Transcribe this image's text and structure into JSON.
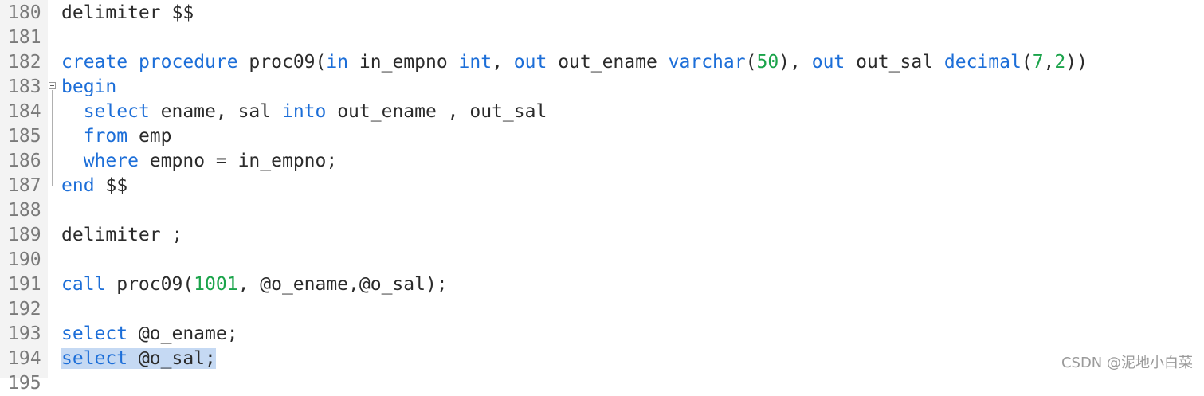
{
  "editor": {
    "colors": {
      "gutter_bg": "#f3f3f3",
      "line_number": "#7a7a7a",
      "keyword": "#1c6ed8",
      "number": "#1aa34a",
      "text": "#2b2b2b",
      "selection": "#c5d9f3"
    },
    "lines": [
      {
        "num": "180",
        "tokens": [
          [
            "t",
            "delimiter $$"
          ]
        ]
      },
      {
        "num": "181",
        "tokens": []
      },
      {
        "num": "182",
        "tokens": [
          [
            "k",
            "create"
          ],
          [
            "t",
            " "
          ],
          [
            "k",
            "procedure"
          ],
          [
            "t",
            " proc09("
          ],
          [
            "k",
            "in"
          ],
          [
            "t",
            " in_empno "
          ],
          [
            "k",
            "int"
          ],
          [
            "t",
            ", "
          ],
          [
            "k",
            "out"
          ],
          [
            "t",
            " out_ename "
          ],
          [
            "k",
            "varchar"
          ],
          [
            "t",
            "("
          ],
          [
            "n",
            "50"
          ],
          [
            "t",
            "), "
          ],
          [
            "k",
            "out"
          ],
          [
            "t",
            " out_sal "
          ],
          [
            "k",
            "decimal"
          ],
          [
            "t",
            "("
          ],
          [
            "n",
            "7"
          ],
          [
            "t",
            ","
          ],
          [
            "n",
            "2"
          ],
          [
            "t",
            "))"
          ]
        ]
      },
      {
        "num": "183",
        "fold": "start",
        "tokens": [
          [
            "k",
            "begin"
          ]
        ]
      },
      {
        "num": "184",
        "tokens": [
          [
            "t",
            "  "
          ],
          [
            "k",
            "select"
          ],
          [
            "t",
            " ename, sal "
          ],
          [
            "k",
            "into"
          ],
          [
            "t",
            " out_ename , out_sal"
          ]
        ]
      },
      {
        "num": "185",
        "tokens": [
          [
            "t",
            "  "
          ],
          [
            "k",
            "from"
          ],
          [
            "t",
            " emp"
          ]
        ]
      },
      {
        "num": "186",
        "tokens": [
          [
            "t",
            "  "
          ],
          [
            "k",
            "where"
          ],
          [
            "t",
            " empno = in_empno;"
          ]
        ]
      },
      {
        "num": "187",
        "fold": "end",
        "tokens": [
          [
            "k",
            "end"
          ],
          [
            "t",
            " $$"
          ]
        ]
      },
      {
        "num": "188",
        "tokens": []
      },
      {
        "num": "189",
        "tokens": [
          [
            "t",
            "delimiter ;"
          ]
        ]
      },
      {
        "num": "190",
        "tokens": []
      },
      {
        "num": "191",
        "tokens": [
          [
            "k",
            "call"
          ],
          [
            "t",
            " proc09("
          ],
          [
            "n",
            "1001"
          ],
          [
            "t",
            ", @o_ename,@o_sal);"
          ]
        ]
      },
      {
        "num": "192",
        "tokens": []
      },
      {
        "num": "193",
        "tokens": [
          [
            "k",
            "select"
          ],
          [
            "t",
            " @o_ename;"
          ]
        ]
      },
      {
        "num": "194",
        "selected": true,
        "tokens": [
          [
            "k",
            "select"
          ],
          [
            "t",
            " @o_sal;"
          ]
        ]
      },
      {
        "num": "195",
        "tokens": []
      }
    ]
  },
  "watermark": "CSDN @泥地小白菜"
}
